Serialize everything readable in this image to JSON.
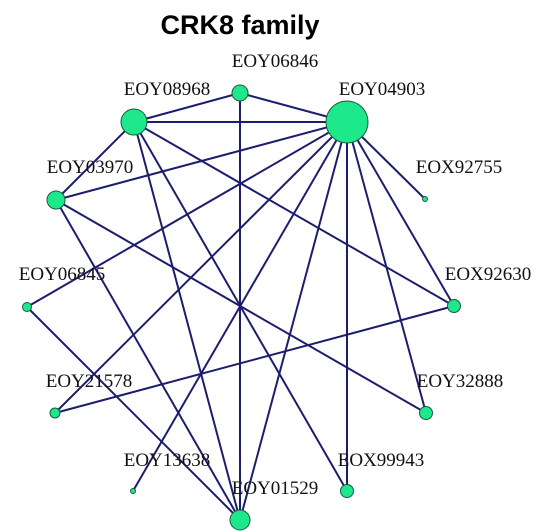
{
  "title": "CRK8 family",
  "node_color": "#1ee88c",
  "edge_color": "#1d1d6e",
  "nodes": [
    {
      "id": "EOY04903",
      "label": "EOY04903"
    },
    {
      "id": "EOY08968",
      "label": "EOY08968"
    },
    {
      "id": "EOY06846",
      "label": "EOY06846"
    },
    {
      "id": "EOY03970",
      "label": "EOY03970"
    },
    {
      "id": "EOX92755",
      "label": "EOX92755"
    },
    {
      "id": "EOY06845",
      "label": "EOY06845"
    },
    {
      "id": "EOX92630",
      "label": "EOX92630"
    },
    {
      "id": "EOY21578",
      "label": "EOY21578"
    },
    {
      "id": "EOY32888",
      "label": "EOY32888"
    },
    {
      "id": "EOY13638",
      "label": "EOY13638"
    },
    {
      "id": "EOX99943",
      "label": "EOX99943"
    },
    {
      "id": "EOY01529",
      "label": "EOY01529"
    }
  ],
  "edges": [
    [
      "EOY04903",
      "EOY08968"
    ],
    [
      "EOY04903",
      "EOY06846"
    ],
    [
      "EOY04903",
      "EOY03970"
    ],
    [
      "EOY04903",
      "EOX92755"
    ],
    [
      "EOY04903",
      "EOY06845"
    ],
    [
      "EOY04903",
      "EOX92630"
    ],
    [
      "EOY04903",
      "EOY32888"
    ],
    [
      "EOY04903",
      "EOY13638"
    ],
    [
      "EOY04903",
      "EOX99943"
    ],
    [
      "EOY04903",
      "EOY01529"
    ],
    [
      "EOY04903",
      "EOY21578"
    ],
    [
      "EOY08968",
      "EOY06846"
    ],
    [
      "EOY08968",
      "EOY03970"
    ],
    [
      "EOY08968",
      "EOX92630"
    ],
    [
      "EOY08968",
      "EOX99943"
    ],
    [
      "EOY08968",
      "EOY01529"
    ],
    [
      "EOY06846",
      "EOY01529"
    ],
    [
      "EOY03970",
      "EOY32888"
    ],
    [
      "EOY03970",
      "EOY01529"
    ],
    [
      "EOY06845",
      "EOY01529"
    ],
    [
      "EOX92630",
      "EOY21578"
    ]
  ]
}
